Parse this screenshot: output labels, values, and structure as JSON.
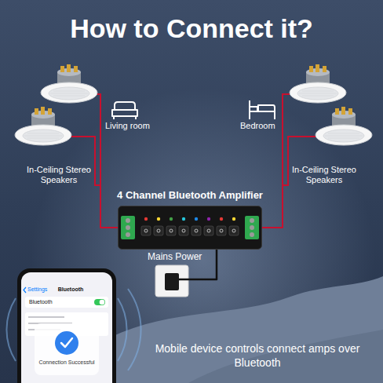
{
  "diagram": {
    "title": "How to Connect it?",
    "caption": "Mobile device controls connect amps over Bluetooth",
    "nodes": [
      {
        "text": [
          "In-Ceiling Stereo Speakers"
        ]
      },
      {
        "text": [
          "In-Ceiling Stereo Speakers"
        ]
      },
      {
        "text": [
          "4 Channel Bluetooth Amplifier"
        ]
      },
      {
        "text": [
          "Mains Power"
        ]
      },
      {
        "text": [
          "Settings",
          "Bluetooth",
          "Bluetooth",
          "Connection Successful"
        ]
      }
    ],
    "edges": [
      {
        "from": 0,
        "to": 2,
        "arrow": "none"
      },
      {
        "from": 1,
        "to": 2,
        "arrow": "none"
      },
      {
        "from": 2,
        "to": 3,
        "arrow": "none"
      }
    ],
    "labels": [
      "Living room",
      "Bedroom"
    ]
  }
}
